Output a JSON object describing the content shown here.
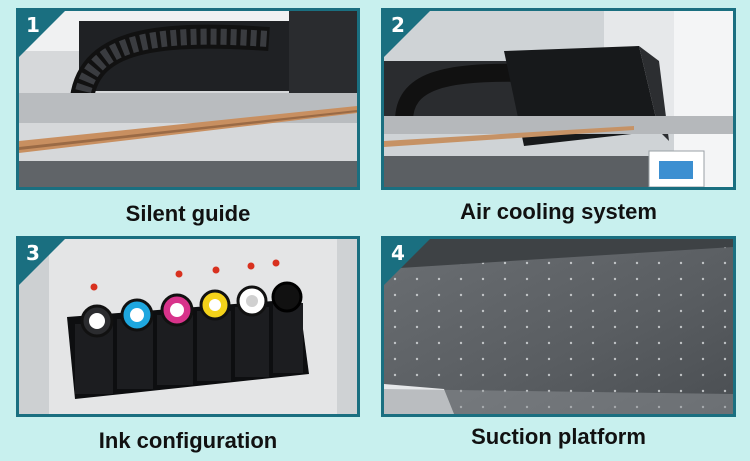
{
  "colors": {
    "background": "#c8f0ee",
    "frame": "#1a6f80",
    "caption_text": "#111111",
    "badge_text": "#ffffff"
  },
  "panels": [
    {
      "number": "1",
      "caption": "Silent guide"
    },
    {
      "number": "2",
      "caption": "Air cooling system"
    },
    {
      "number": "3",
      "caption": "Ink configuration"
    },
    {
      "number": "4",
      "caption": "Suction platform"
    }
  ]
}
